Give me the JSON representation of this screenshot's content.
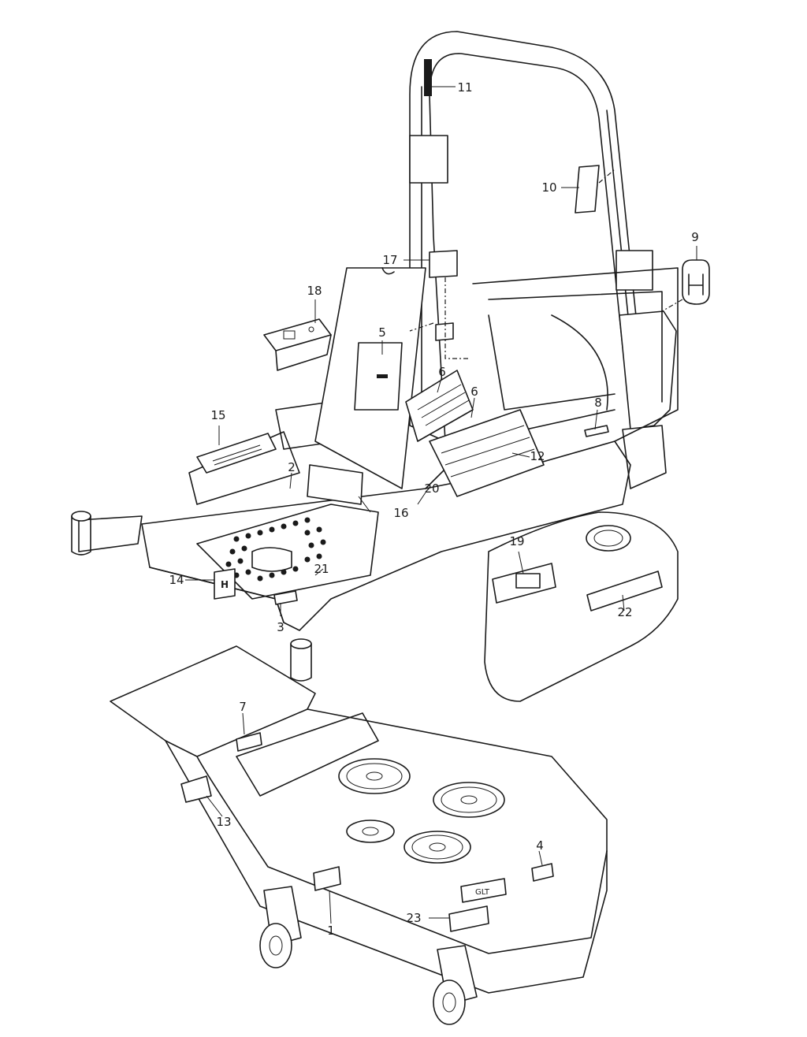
{
  "callouts": {
    "c1": "1",
    "c2": "2",
    "c3": "3",
    "c4": "4",
    "c5": "5",
    "c6a": "6",
    "c6b": "6",
    "c7": "7",
    "c8": "8",
    "c9": "9",
    "c10": "10",
    "c11": "11",
    "c12": "12",
    "c13": "13",
    "c14": "14",
    "c15": "15",
    "c16": "16",
    "c17": "17",
    "c18": "18",
    "c19": "19",
    "c20": "20",
    "c21": "21",
    "c22": "22",
    "c23": "23"
  },
  "deck_label": "GLT",
  "brand_mark": "H"
}
